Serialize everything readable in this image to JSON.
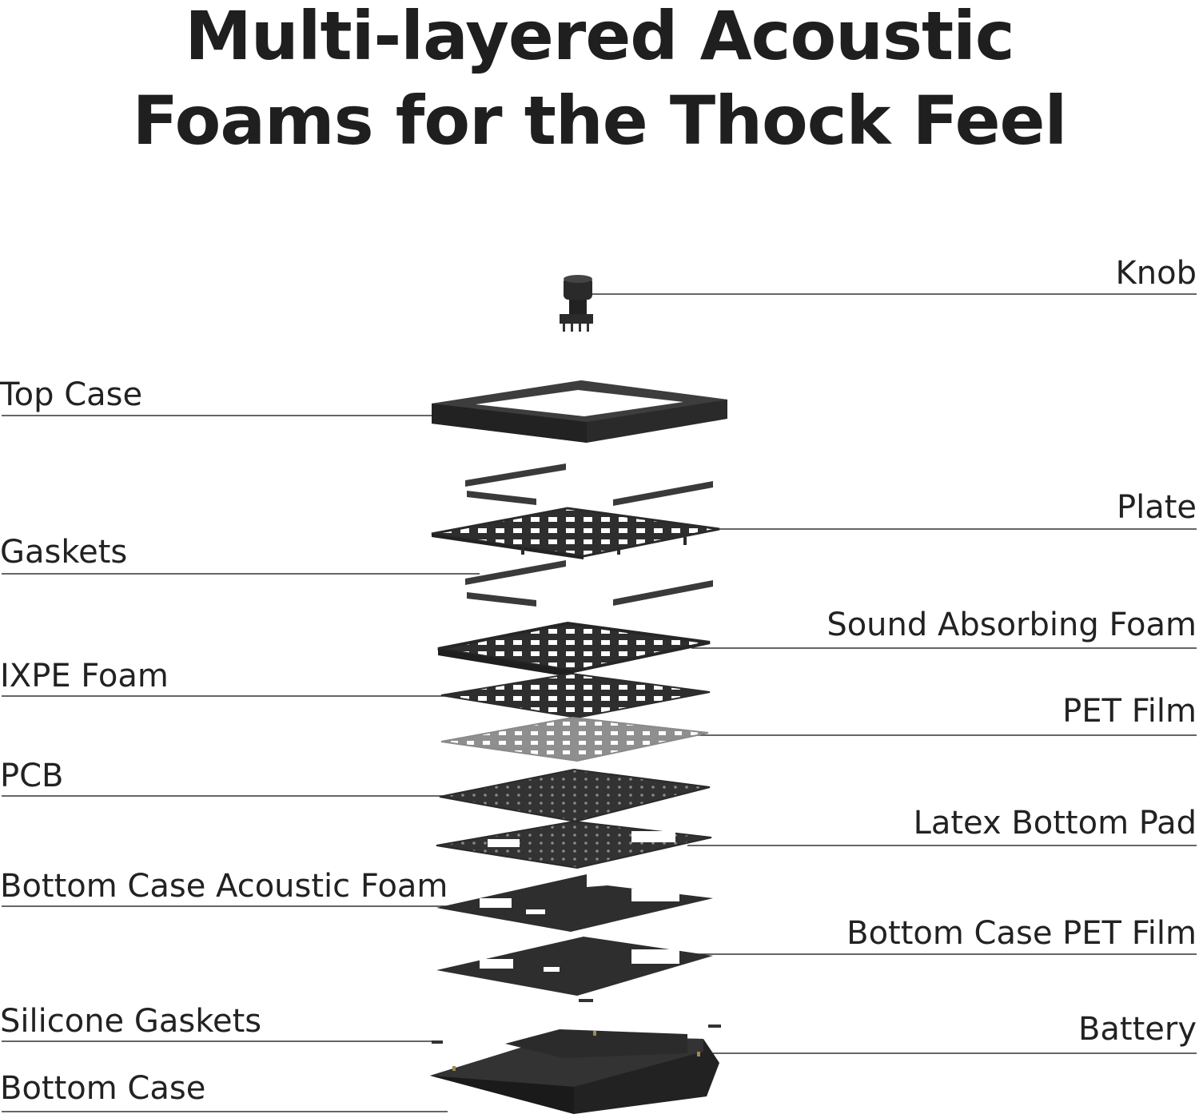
{
  "title": {
    "line1": "Multi-layered Acoustic",
    "line2": "Foams for the Thock Feel"
  },
  "labels": {
    "knob": "Knob",
    "top_case": "Top Case",
    "plate": "Plate",
    "gaskets": "Gaskets",
    "sound_absorbing_foam": "Sound Absorbing Foam",
    "ixpe_foam": "IXPE Foam",
    "pet_film": "PET Film",
    "pcb": "PCB",
    "latex_bottom_pad": "Latex Bottom Pad",
    "bottom_case_acoustic_foam": "Bottom Case Acoustic Foam",
    "bottom_case_pet_film": "Bottom Case PET Film",
    "silicone_gaskets": "Silicone Gaskets",
    "battery": "Battery",
    "bottom_case": "Bottom Case"
  },
  "colors": {
    "dark_part": "#2b2b2b",
    "mid_part": "#3a3a3a",
    "light_film": "#9a9a9a",
    "leader_line": "#333333"
  }
}
